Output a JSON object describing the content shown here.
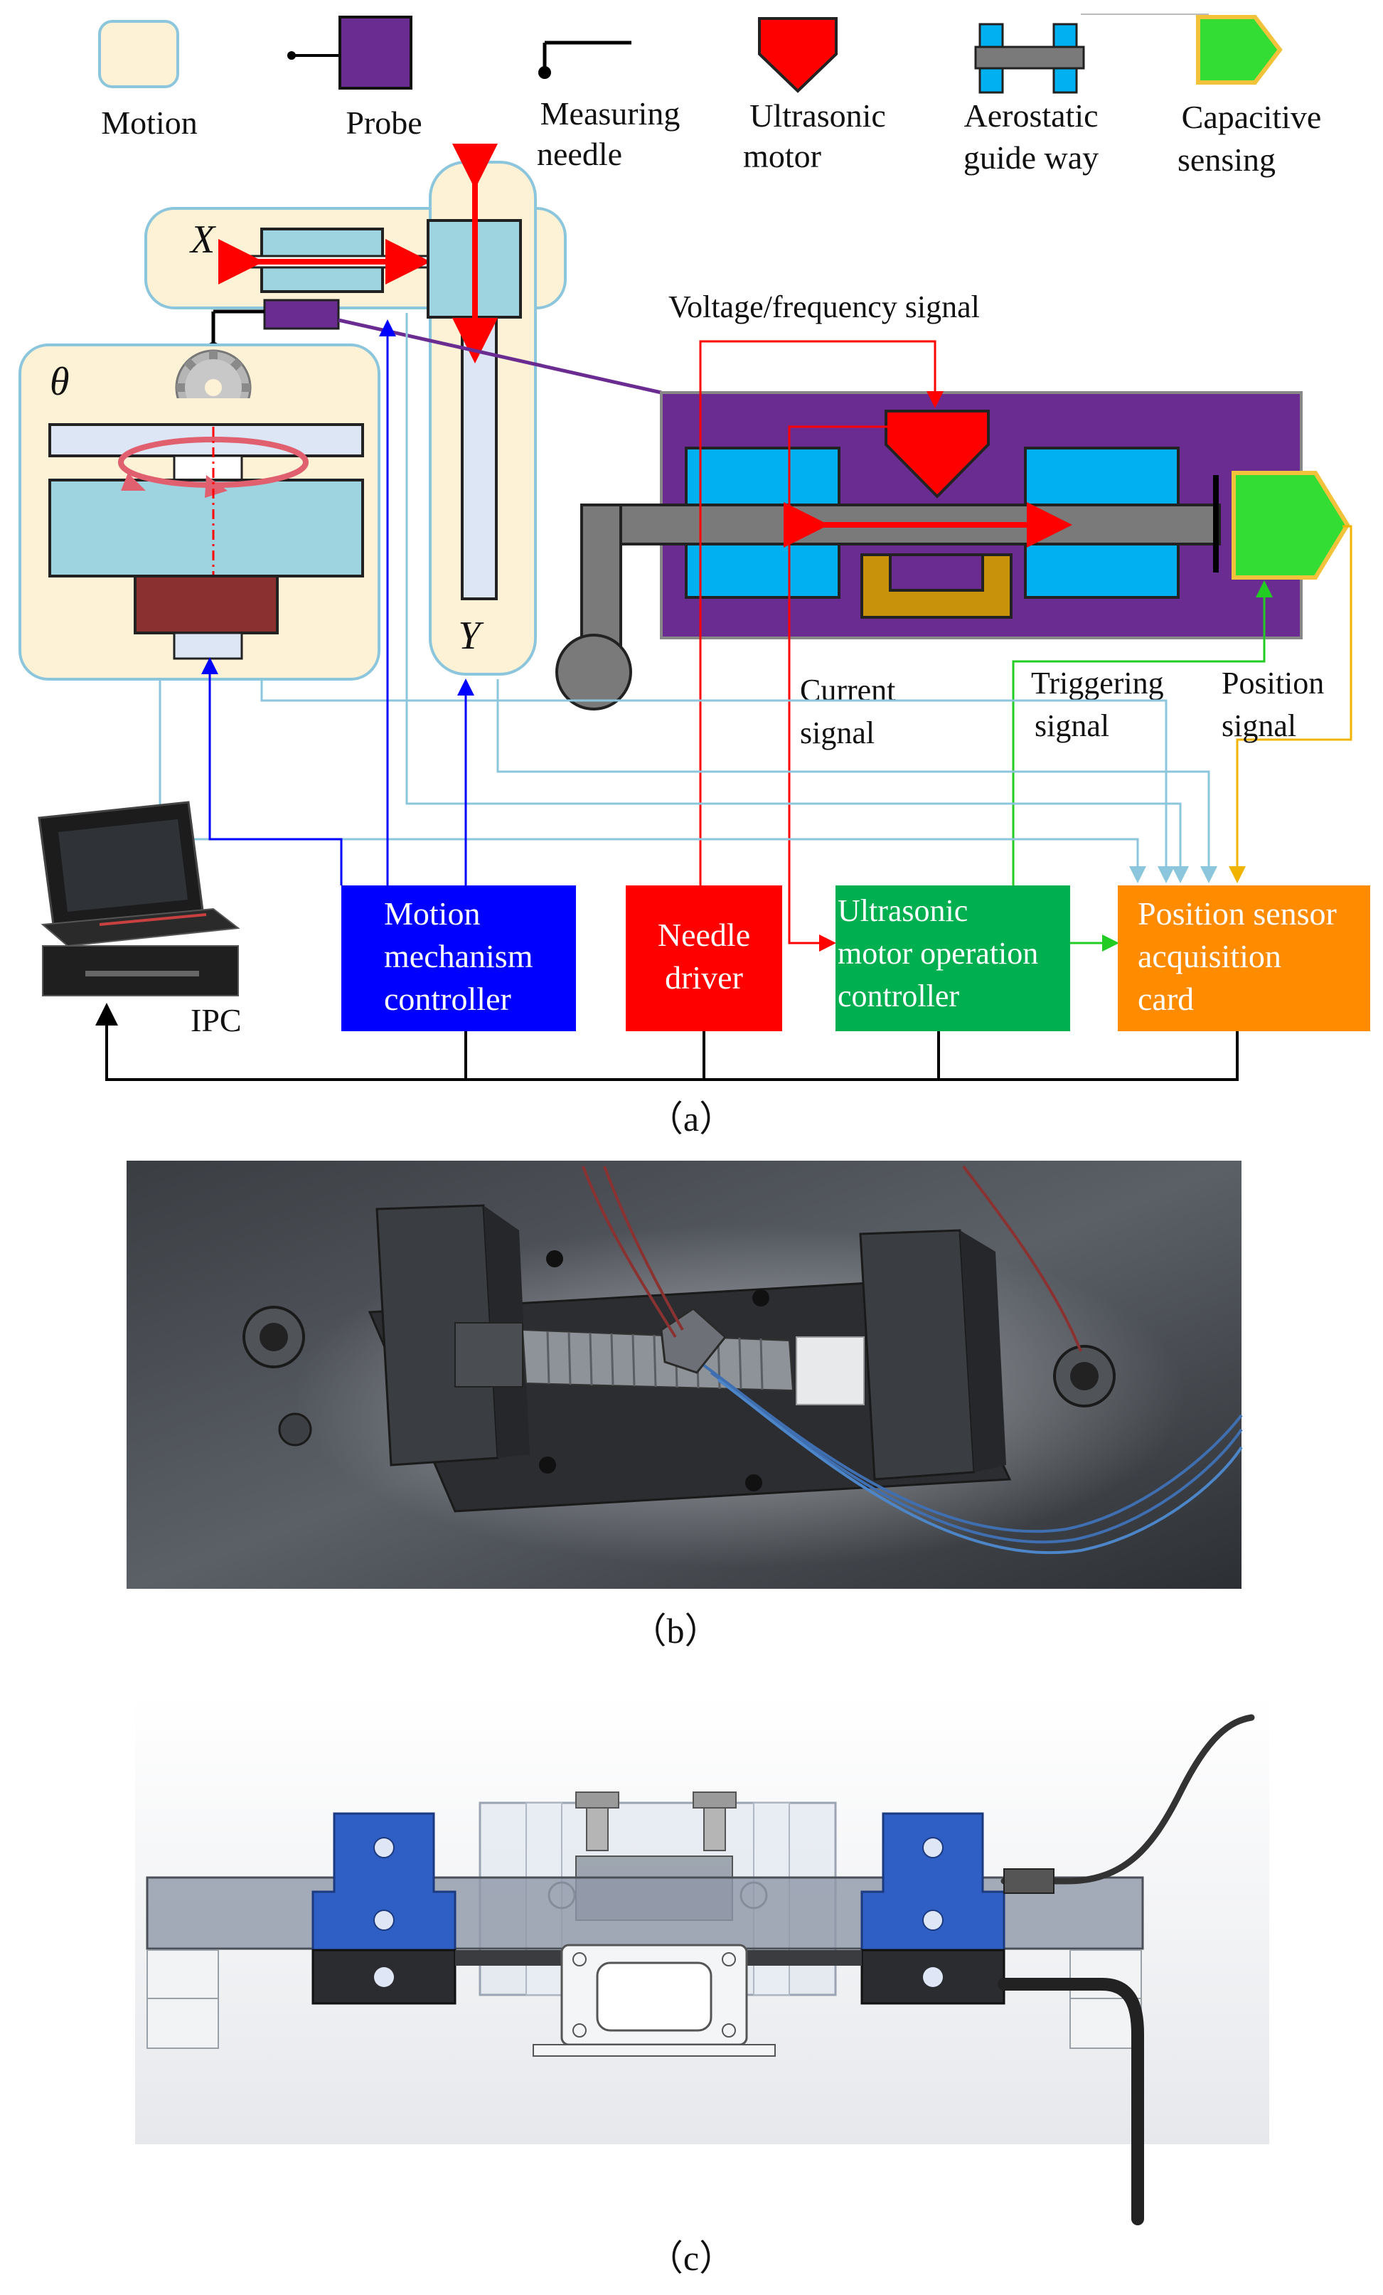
{
  "legend": {
    "motion": "Motion",
    "probe": "Probe",
    "needle": [
      "Measuring",
      "needle"
    ],
    "ultrasonic": [
      "Ultrasonic",
      "motor"
    ],
    "aerostatic": [
      "Aerostatic",
      "guide way"
    ],
    "capacitive": [
      "Capacitive",
      "sensing"
    ]
  },
  "axes": {
    "x": "X",
    "y": "Y",
    "theta": "θ"
  },
  "signals": {
    "voltage": "Voltage/frequency signal",
    "current": [
      "Current",
      "signal"
    ],
    "triggering": [
      "Triggering",
      "signal"
    ],
    "position": [
      "Position",
      "signal"
    ]
  },
  "blocks": {
    "motion_controller": [
      "Motion",
      "mechanism",
      "controller"
    ],
    "needle_driver": [
      "Needle",
      "driver"
    ],
    "ultrasonic_controller": [
      "Ultrasonic",
      "motor operation",
      "controller"
    ],
    "position_card": [
      "Position sensor",
      "acquisition",
      "card"
    ],
    "ipc": "IPC"
  },
  "captions": {
    "a": "（a）",
    "b": "（b）",
    "c": "（c）"
  },
  "colors": {
    "motion_fill": "#fdf1d6",
    "motion_stroke": "#7fb7c9",
    "probe": "#6a2c91",
    "cyan": "#9ed4e0",
    "motor_red": "#ff0000",
    "aerostatic_blue": "#00b0f0",
    "capacitive_green": "#33dd33",
    "controller_blue": "#0000ff",
    "driver_red": "#ff0000",
    "controller_green": "#00b050",
    "card_orange": "#ff8c00",
    "cad_blue": "#2f5fc4"
  }
}
